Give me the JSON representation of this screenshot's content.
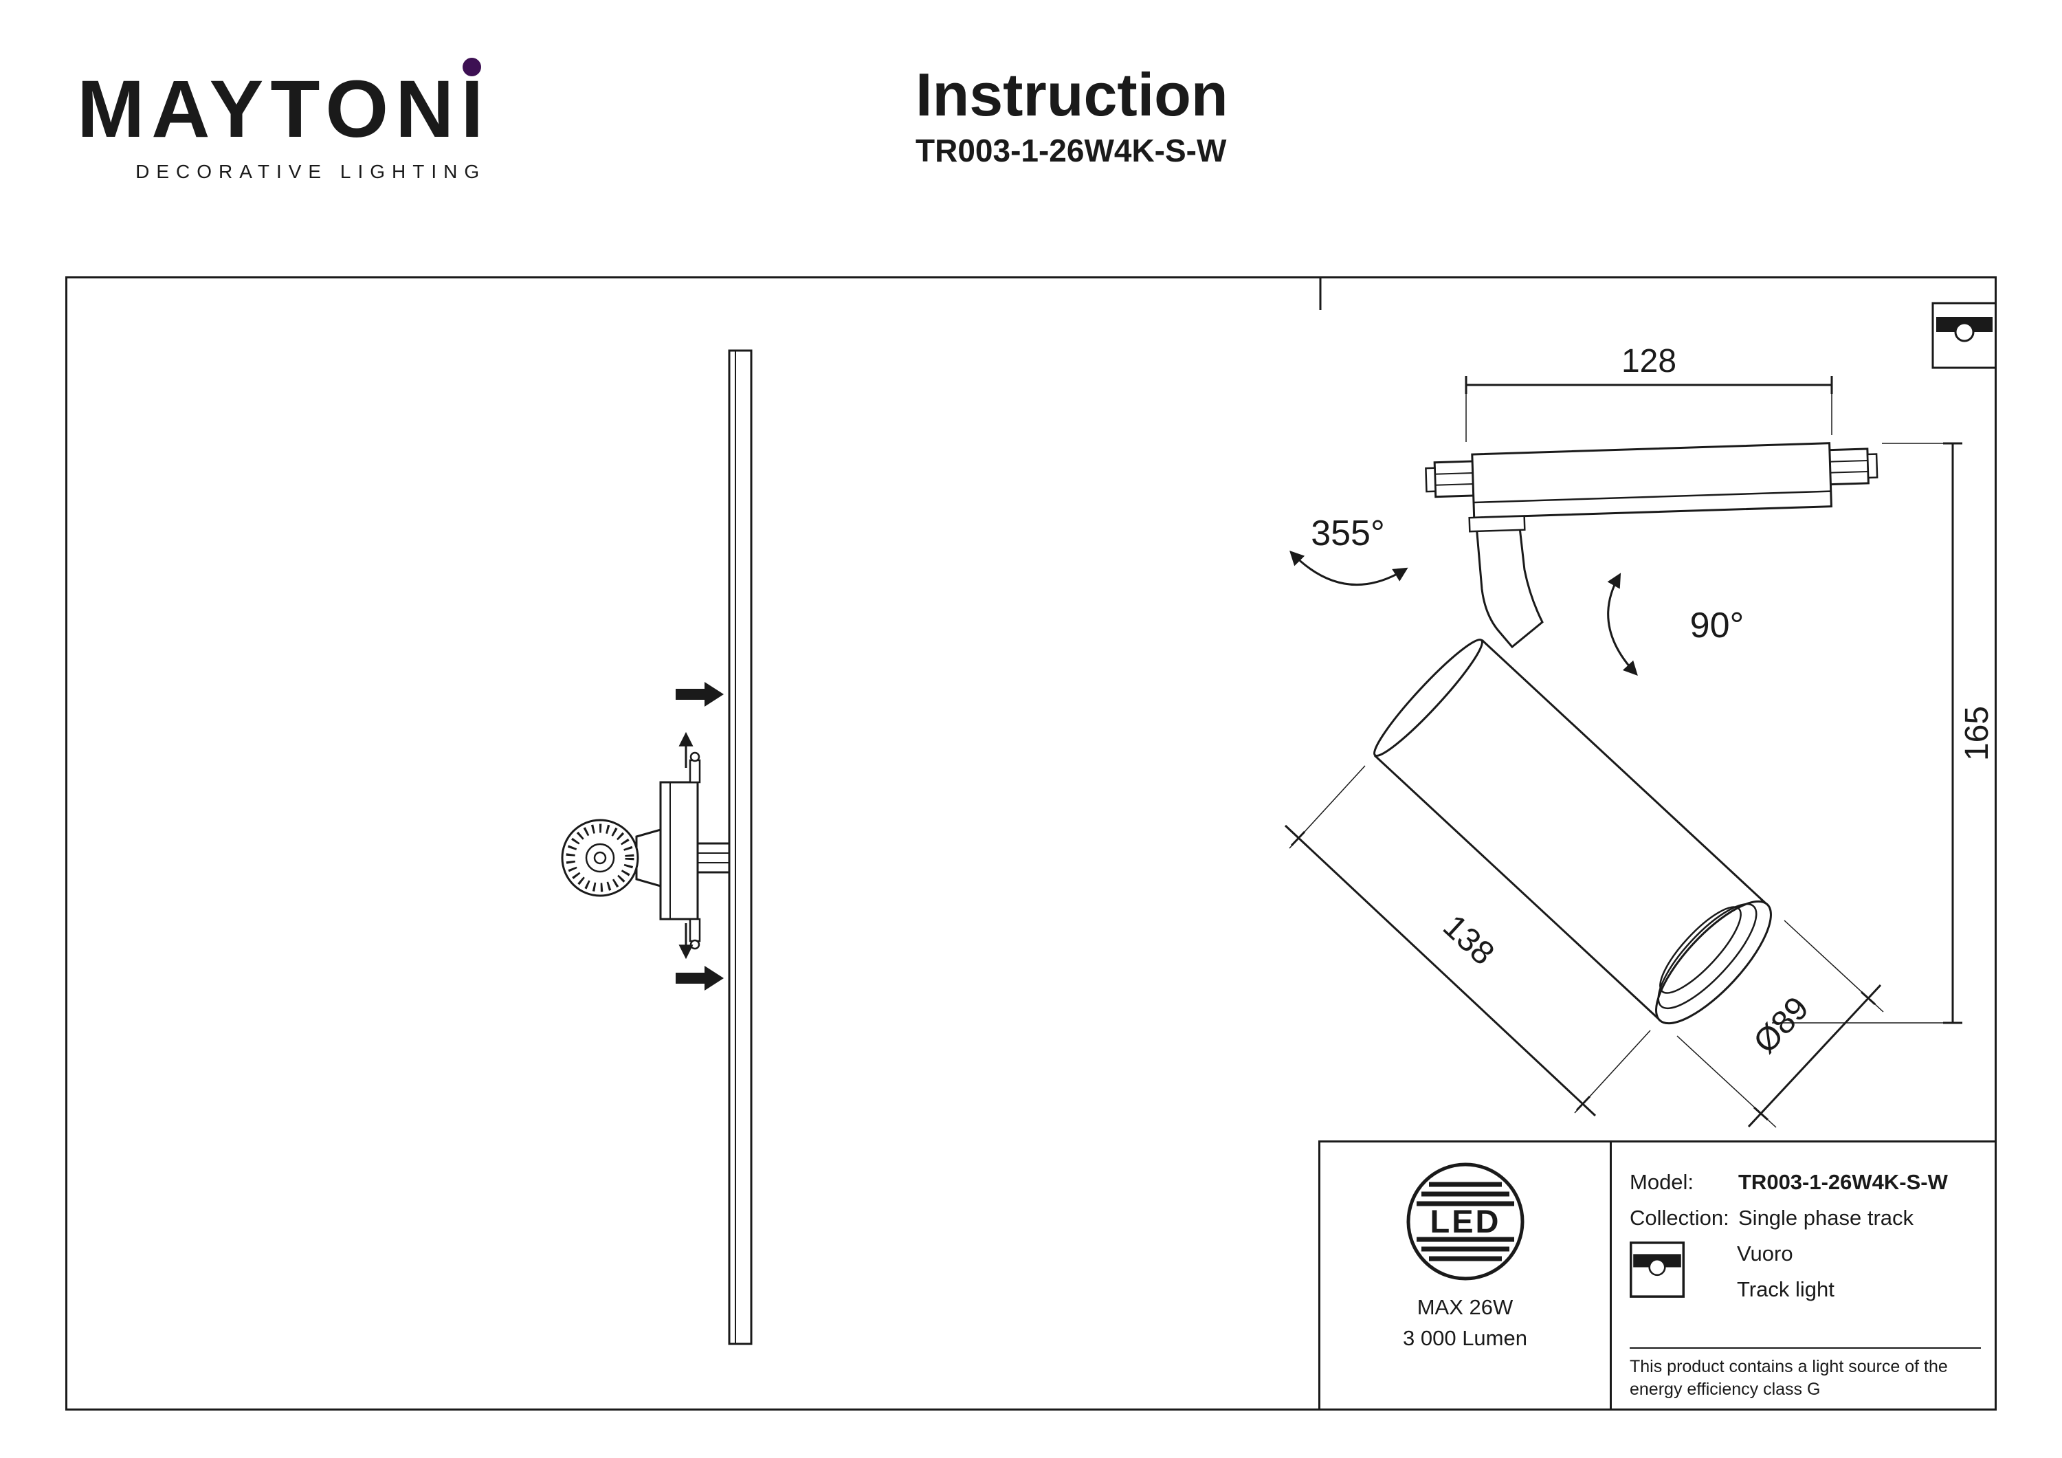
{
  "brand": {
    "name": "MAYTONI",
    "tagline": "DECORATIVE LIGHTING",
    "dot_color": "#3d1053"
  },
  "header": {
    "title": "Instruction",
    "model": "TR003-1-26W4K-S-W"
  },
  "diagram": {
    "dim_width": "128",
    "dim_rotation": "355°",
    "dim_tilt": "90°",
    "dim_height": "165",
    "dim_length": "138",
    "dim_diameter": "Ø89"
  },
  "info": {
    "led": "LED",
    "max_power": "MAX 26W",
    "lumen": "3 000 Lumen",
    "model_label": "Model:",
    "model_value": "TR003-1-26W4K-S-W",
    "collection_label": "Collection:",
    "collection_value": "Single phase track",
    "series": "Vuoro",
    "type": "Track light",
    "energy_note": "This product contains a light source of the energy efficiency class G"
  }
}
